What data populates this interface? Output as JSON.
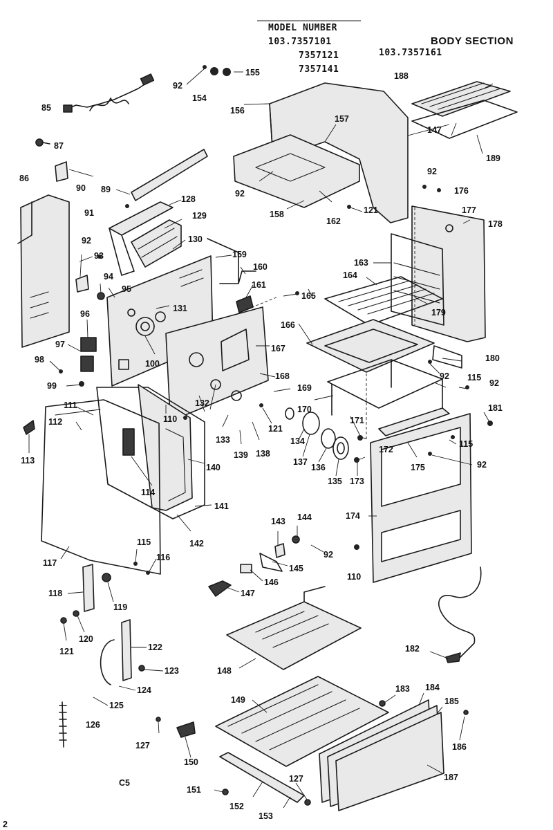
{
  "header": {
    "model_label": "MODEL NUMBER",
    "models": [
      "103.7357101",
      "7357121",
      "7357141",
      "103.7357161"
    ],
    "section": "BODY SECTION"
  },
  "footer": {
    "code": "C5",
    "page": "2"
  },
  "callouts": {
    "n85": "85",
    "n86": "86",
    "n87": "87",
    "n89": "89",
    "n90": "90",
    "n91": "91",
    "n92": "92",
    "n93": "93",
    "n94": "94",
    "n95": "95",
    "n96": "96",
    "n97": "97",
    "n98": "98",
    "n99": "99",
    "n100": "100",
    "n110": "110",
    "n111": "111",
    "n112": "112",
    "n113": "113",
    "n114": "114",
    "n115": "115",
    "n116": "116",
    "n117": "117",
    "n118": "118",
    "n119": "119",
    "n120": "120",
    "n121": "121",
    "n122": "122",
    "n123": "123",
    "n124": "124",
    "n125": "125",
    "n126": "126",
    "n127": "127",
    "n128": "128",
    "n129": "129",
    "n130": "130",
    "n131": "131",
    "n132": "132",
    "n133": "133",
    "n134": "134",
    "n135": "135",
    "n136": "136",
    "n137": "137",
    "n138": "138",
    "n139": "139",
    "n140": "140",
    "n141": "141",
    "n142": "142",
    "n143": "143",
    "n144": "144",
    "n145": "145",
    "n146": "146",
    "n147": "147",
    "n148": "148",
    "n149": "149",
    "n150": "150",
    "n151": "151",
    "n152": "152",
    "n153": "153",
    "n154": "154",
    "n155": "155",
    "n156": "156",
    "n157": "157",
    "n158": "158",
    "n159": "159",
    "n160": "160",
    "n161": "161",
    "n162": "162",
    "n163": "163",
    "n164": "164",
    "n165": "165",
    "n166": "166",
    "n167": "167",
    "n168": "168",
    "n169": "169",
    "n170": "170",
    "n171": "171",
    "n172": "172",
    "n173": "173",
    "n174": "174",
    "n175": "175",
    "n176": "176",
    "n177": "177",
    "n178": "178",
    "n179": "179",
    "n180": "180",
    "n181": "181",
    "n182": "182",
    "n183": "183",
    "n184": "184",
    "n185": "185",
    "n186": "186",
    "n187": "187",
    "n188": "188",
    "n189": "189"
  }
}
